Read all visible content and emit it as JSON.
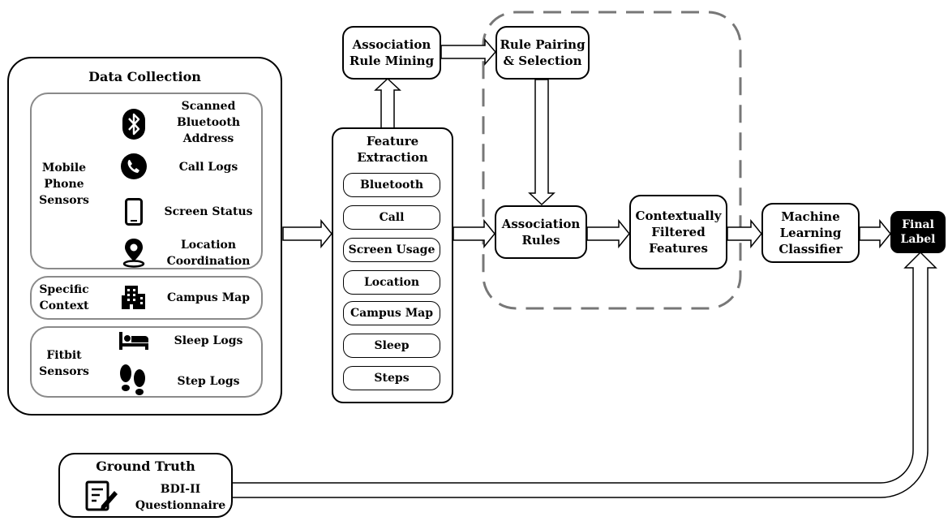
{
  "data_collection": {
    "title": "Data Collection",
    "mobile": {
      "label_lines": [
        "Mobile",
        "Phone",
        "Sensors"
      ],
      "items": [
        {
          "icon": "bluetooth-icon",
          "label_lines": [
            "Scanned",
            "Bluetooth",
            "Address"
          ]
        },
        {
          "icon": "phone-call-icon",
          "label_lines": [
            "Call Logs"
          ]
        },
        {
          "icon": "smartphone-icon",
          "label_lines": [
            "Screen Status"
          ]
        },
        {
          "icon": "map-pin-icon",
          "label_lines": [
            "Location",
            "Coordination"
          ]
        }
      ]
    },
    "context": {
      "label_lines": [
        "Specific",
        "Context"
      ],
      "items": [
        {
          "icon": "building-icon",
          "label_lines": [
            "Campus Map"
          ]
        }
      ]
    },
    "fitbit": {
      "label_lines": [
        "Fitbit",
        "Sensors"
      ],
      "items": [
        {
          "icon": "bed-icon",
          "label_lines": [
            "Sleep Logs"
          ]
        },
        {
          "icon": "footprints-icon",
          "label_lines": [
            "Step Logs"
          ]
        }
      ]
    }
  },
  "feature_extraction": {
    "title_lines": [
      "Feature",
      "Extraction"
    ],
    "items": [
      "Bluetooth",
      "Call",
      "Screen Usage",
      "Location",
      "Campus Map",
      "Sleep",
      "Steps"
    ]
  },
  "arm": {
    "label_lines": [
      "Association",
      "Rule Mining"
    ]
  },
  "rule_pairing": {
    "label_lines": [
      "Rule Pairing",
      "& Selection"
    ]
  },
  "assoc_rules": {
    "label_lines": [
      "Association",
      "Rules"
    ]
  },
  "filtered": {
    "label_lines": [
      "Contextually",
      "Filtered",
      "Features"
    ]
  },
  "classifier": {
    "label_lines": [
      "Machine",
      "Learning",
      "Classifier"
    ]
  },
  "final": {
    "label_lines": [
      "Final",
      "Label"
    ]
  },
  "ground_truth": {
    "title": "Ground Truth",
    "icon": "questionnaire-icon",
    "label_lines": [
      "BDI-II",
      "Questionnaire"
    ]
  }
}
